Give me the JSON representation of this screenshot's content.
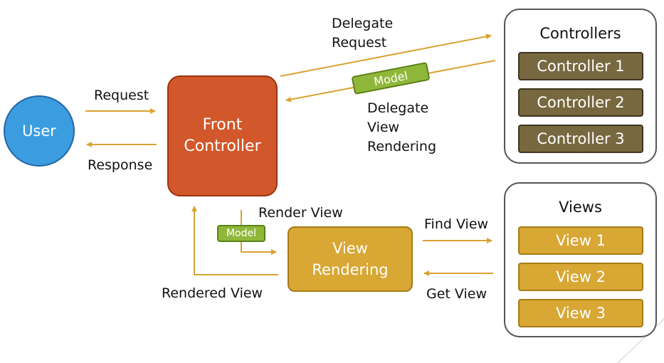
{
  "nodes": {
    "user": "User",
    "front_controller": "Front\nController",
    "view_rendering": "View\nRendering"
  },
  "controllers_panel": {
    "title": "Controllers",
    "items": [
      "Controller 1",
      "Controller 2",
      "Controller 3"
    ]
  },
  "views_panel": {
    "title": "Views",
    "items": [
      "View 1",
      "View 2",
      "View 3"
    ]
  },
  "model_tags": [
    "Model",
    "Model"
  ],
  "edge_labels": {
    "request": "Request",
    "response": "Response",
    "delegate_request": "Delegate\nRequest",
    "delegate_view_rendering": "Delegate\nView\nRendering",
    "render_view": "Render View",
    "rendered_view": "Rendered View",
    "find_view": "Find View",
    "get_view": "Get View"
  },
  "colors": {
    "arrow": "#d9a232",
    "user": "#3b9de0",
    "front_controller": "#d2572a",
    "view_rendering": "#d8a734",
    "controller_item": "#78683f",
    "view_item": "#d8a734",
    "model_tag": "#8fb83a"
  }
}
